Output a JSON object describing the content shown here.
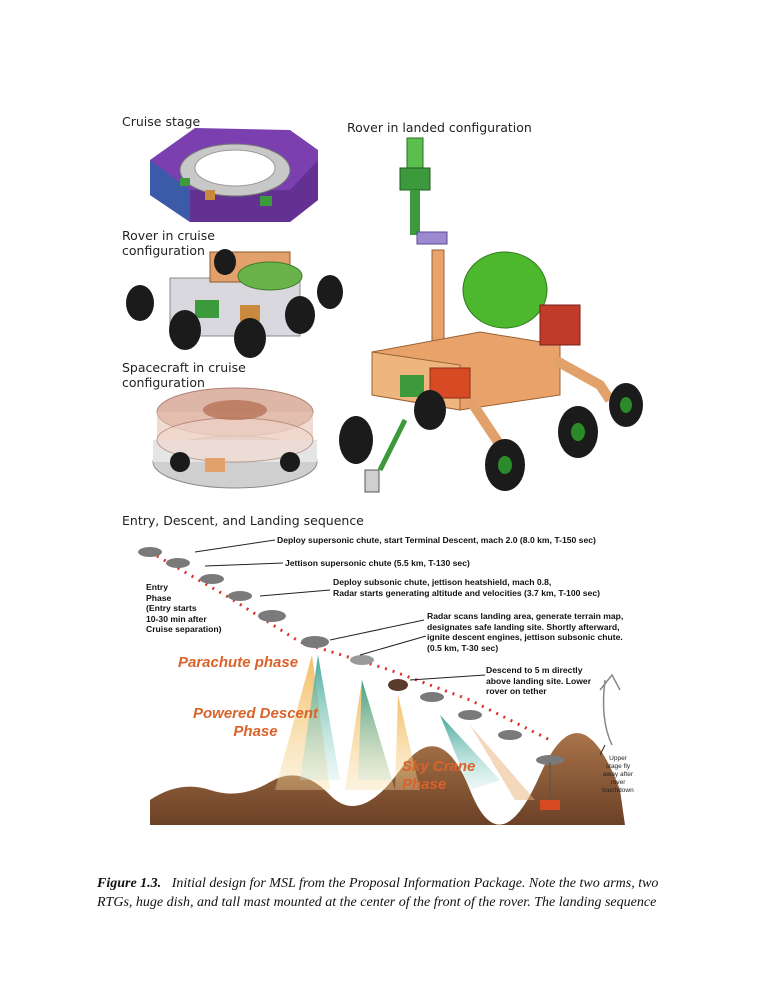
{
  "labels": {
    "cruise_stage": "Cruise stage",
    "rover_landed": "Rover in landed configuration",
    "rover_cruise_1": "Rover in cruise",
    "rover_cruise_2": "configuration",
    "spacecraft_cruise_1": "Spacecraft in cruise",
    "spacecraft_cruise_2": "configuration",
    "edl_title": "Entry, Descent, and Landing sequence"
  },
  "annotations": {
    "deploy_supersonic": "Deploy supersonic chute, start Terminal Descent, mach 2.0 (8.0 km, T-150 sec)",
    "jettison_supersonic": "Jettison supersonic chute (5.5 km, T-130 sec)",
    "entry_phase": [
      "Entry",
      "Phase",
      "(Entry starts",
      "10-30 min after",
      "Cruise separation)"
    ],
    "deploy_subsonic": [
      "Deploy subsonic chute, jettison heatshield, mach 0.8,",
      "Radar starts generating altitude and velocities (3.7 km, T-100 sec)"
    ],
    "radar_scans": [
      "Radar scans landing area, generate terrain map,",
      "designates safe landing site.  Shortly afterward,",
      "ignite descent engines, jettison subsonic chute.",
      "(0.5 km, T-30 sec)"
    ],
    "descend": [
      "Descend to 5 m directly",
      "above landing site. Lower",
      "rover on tether"
    ],
    "upper_stage": [
      "Upper",
      "stage fly",
      "away after",
      "rover",
      "touchdown"
    ]
  },
  "phases": {
    "parachute": "Parachute phase",
    "powered_1": "Powered Descent",
    "powered_2": "Phase",
    "skycrane_1": "Sky Crane",
    "skycrane_2": "Phase"
  },
  "caption": {
    "label": "Figure 1.3.",
    "text": "Initial design for MSL from the Proposal Information Package. Note the two arms, two RTGs, huge dish, and tall mast mounted at the center of the front of the rover. The landing sequence"
  }
}
